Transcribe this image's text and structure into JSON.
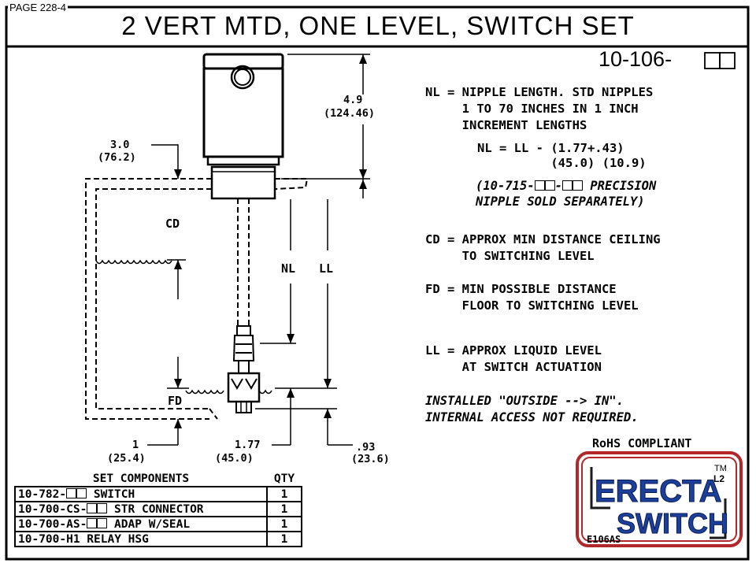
{
  "page_label": "PAGE 228-4",
  "title": "2 VERT MTD, ONE LEVEL, SWITCH SET",
  "part_number": "10-106-",
  "definitions": {
    "nl_1": "NL = NIPPLE LENGTH. STD NIPPLES",
    "nl_2": "     1 TO 70 INCHES IN 1 INCH",
    "nl_3": "     INCREMENT LENGTHS",
    "nl_formula_1": "NL = LL - (1.77+.43)",
    "nl_formula_2": "          (45.0) (10.9)",
    "nl_note_1": "(10-715-",
    "nl_note_1b": "-",
    "nl_note_1c": " PRECISION",
    "nl_note_2": "NIPPLE SOLD SEPARATELY)",
    "cd_1": "CD = APPROX MIN DISTANCE CEILING",
    "cd_2": "     TO SWITCHING LEVEL",
    "fd_1": "FD = MIN POSSIBLE DISTANCE",
    "fd_2": "     FLOOR TO SWITCHING LEVEL",
    "ll_1": "LL = APPROX LIQUID LEVEL",
    "ll_2": "     AT SWITCH ACTUATION",
    "install_1": "INSTALLED \"OUTSIDE --> IN\".",
    "install_2": "INTERNAL ACCESS NOT REQUIRED."
  },
  "dimensions": {
    "height_in": "4.9",
    "height_mm": "(124.46)",
    "ceiling_in": "3.0",
    "ceiling_mm": "(76.2)",
    "floor_in": "1",
    "floor_mm": "(25.4)",
    "switch_in": "1.77",
    "switch_mm": "(45.0)",
    "tip_in": ".93",
    "tip_mm": "(23.6)"
  },
  "labels": {
    "cd": "CD",
    "nl": "NL",
    "ll": "LL",
    "fd": "FD"
  },
  "rohs": "RoHS COMPLIANT",
  "components": {
    "header_name": "SET COMPONENTS",
    "header_qty": "QTY",
    "rows": [
      {
        "pre": "10-782-",
        "box": true,
        "post": " SWITCH",
        "qty": "1"
      },
      {
        "pre": "10-700-CS-",
        "box": true,
        "post": " STR CONNECTOR",
        "qty": "1"
      },
      {
        "pre": "10-700-AS-",
        "box": true,
        "post": " ADAP W/SEAL",
        "qty": "1"
      },
      {
        "pre": "10-700-H1 RELAY HSG",
        "box": false,
        "post": "",
        "qty": "1"
      }
    ]
  },
  "logo": {
    "line1": "ERECTA",
    "line2": "SWITCH",
    "tm": "TM",
    "l2": "L2",
    "code": "E106AS"
  },
  "colors": {
    "logo_blue": "#1c3f9a",
    "logo_red": "#b0282a"
  }
}
